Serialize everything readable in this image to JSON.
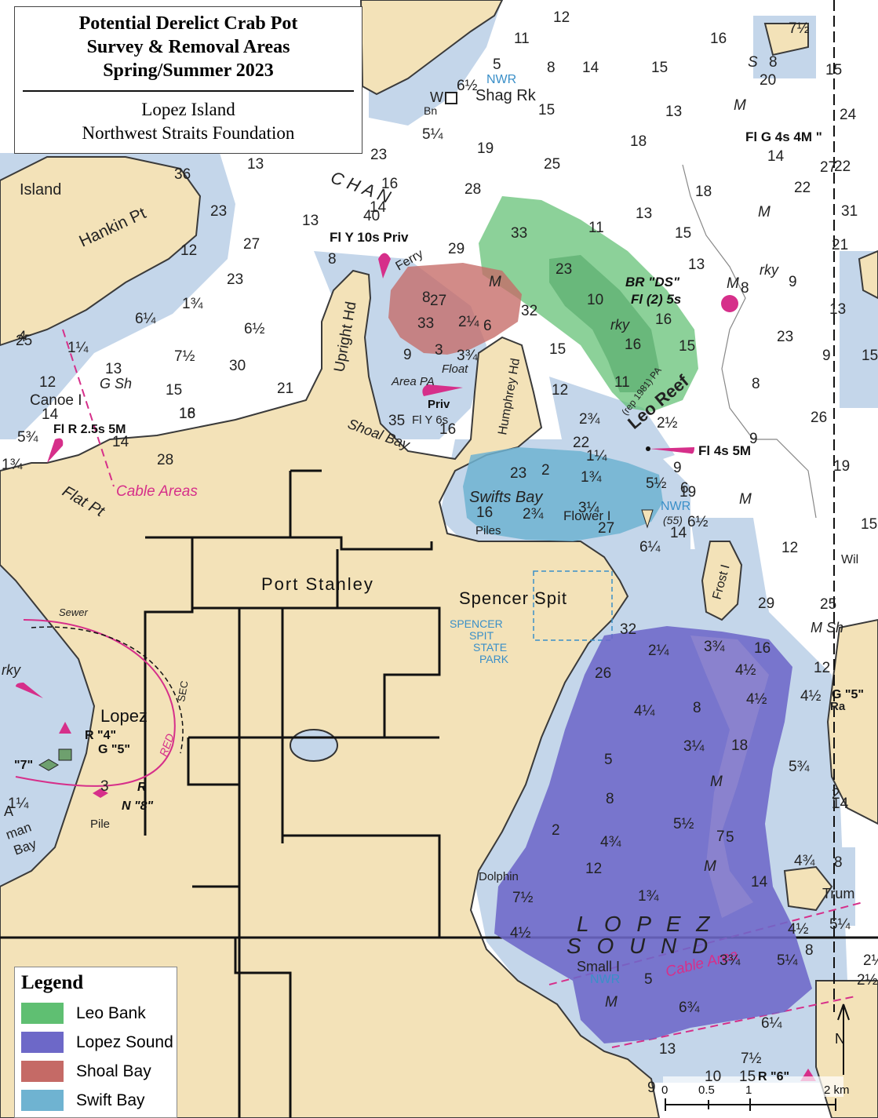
{
  "title": {
    "line1": "Potential Derelict Crab Pot",
    "line2": "Survey & Removal Areas",
    "line3": "Spring/Summer 2023",
    "sub1": "Lopez Island",
    "sub2": "Northwest Straits Foundation"
  },
  "legend": {
    "title": "Legend",
    "items": [
      {
        "label": "Leo Bank",
        "color": "#5fbf72"
      },
      {
        "label": "Lopez Sound",
        "color": "#6d68c8"
      },
      {
        "label": "Shoal Bay",
        "color": "#c56a66"
      },
      {
        "label": "Swift Bay",
        "color": "#6fb3d1"
      }
    ]
  },
  "colors": {
    "land": "#f3e2b8",
    "shallow": "#c4d6ea",
    "deep": "#ffffff",
    "road": "#111111",
    "magenta": "#d62f8a",
    "nwr": "#3a8fc8"
  },
  "places": {
    "port_stanley": "Port Stanley",
    "spencer_spit": "Spencer Spit",
    "park_1": "SPENCER",
    "park_2": "SPIT",
    "park_3": "STATE",
    "park_4": "PARK",
    "swifts_bay": "Swifts Bay",
    "shoal_bay": "Shoal Bay",
    "lopez_sound_1": "L O P E Z",
    "lopez_sound_2": "S O U N D",
    "upright_hd": "Upright Hd",
    "humphrey_hd": "Humphrey Hd",
    "hankin_pt": "Hankin Pt",
    "flat_pt": "Flat Pt",
    "canoe_i": "Canoe I",
    "island": "Island",
    "leo_reef": "Leo Reef",
    "frost_i": "Frost I",
    "lopez": "Lopez",
    "shag_rk": "Shag Rk",
    "flower_i": "Flower I",
    "small_i": "Small I",
    "dolphin": "Dolphin",
    "piles": "Piles",
    "pile": "Pile",
    "sewer": "Sewer",
    "chan": "C H A N",
    "trum": "Trum",
    "wil": "Wil",
    "ra": "Ra",
    "bay": "Bay",
    "man": "man"
  },
  "annotations": {
    "fl_y_10s": "Fl Y 10s Priv",
    "ferry": "Ferry",
    "float_area": "Float",
    "area_pa": "Area PA",
    "priv": "Priv",
    "fl_y_6s": "Fl Y 6s",
    "br_ds": "BR \"DS\"",
    "fl_2_5s": "Fl (2) 5s",
    "fl_4s_5m": "Fl 4s 5M",
    "fl_r_25s": "Fl R 2.5s 5M",
    "fl_g_4s": "Fl G 4s 4M \"",
    "cable_areas": "Cable Areas",
    "cable_area": "Cable Area",
    "rep_1981": "(rep 1981) PA",
    "nwr": "NWR",
    "nwr_55": "(55)",
    "r4": "R \"4\"",
    "g5": "G \"5\"",
    "r_n8": "R",
    "n8": "N \"8\"",
    "red": "RED",
    "sec": "SEC",
    "r6": "R \"6\"",
    "g5b": "G \"5\"",
    "q7": "\"7\"",
    "w_bn": "W",
    "bn": "Bn",
    "rky": "rky",
    "g_sh": "G Sh",
    "m_sh": "M Sh",
    "a": "A"
  },
  "scale": {
    "t0": "0",
    "t05": "0.5",
    "t1": "1",
    "t2": "2 km"
  },
  "soundings": [
    {
      "t": "12"
    },
    {
      "t": "11"
    },
    {
      "t": "16"
    },
    {
      "t": "7½"
    },
    {
      "t": "5"
    },
    {
      "t": "8"
    },
    {
      "t": "14"
    },
    {
      "t": "15"
    },
    {
      "t": "S"
    },
    {
      "t": "8"
    },
    {
      "t": "20"
    },
    {
      "t": "15"
    },
    {
      "t": "6½"
    },
    {
      "t": "15"
    },
    {
      "t": "13"
    },
    {
      "t": "M"
    },
    {
      "t": "24"
    },
    {
      "t": "5¼"
    },
    {
      "t": "19"
    },
    {
      "t": "18"
    },
    {
      "t": "14"
    },
    {
      "t": "22"
    },
    {
      "t": "23"
    },
    {
      "t": "25"
    },
    {
      "t": "13"
    },
    {
      "t": "36"
    },
    {
      "t": "16"
    },
    {
      "t": "28"
    },
    {
      "t": "18"
    },
    {
      "t": "22"
    },
    {
      "t": "27"
    },
    {
      "t": "23"
    },
    {
      "t": "13"
    },
    {
      "t": "M"
    },
    {
      "t": "31"
    },
    {
      "t": "14"
    },
    {
      "t": "13"
    },
    {
      "t": "40"
    },
    {
      "t": "33"
    },
    {
      "t": "11"
    },
    {
      "t": "15"
    },
    {
      "t": "21"
    },
    {
      "t": "12"
    },
    {
      "t": "27"
    },
    {
      "t": "8"
    },
    {
      "t": "29"
    },
    {
      "t": "13"
    },
    {
      "t": "23"
    },
    {
      "t": "9"
    },
    {
      "t": "23"
    },
    {
      "t": "27"
    },
    {
      "t": "8"
    },
    {
      "t": "M"
    },
    {
      "t": "10"
    },
    {
      "t": "8"
    },
    {
      "t": "1¾"
    },
    {
      "t": "32"
    },
    {
      "t": "13"
    },
    {
      "t": "6¼"
    },
    {
      "t": "6½"
    },
    {
      "t": "33"
    },
    {
      "t": "2¼"
    },
    {
      "t": "6"
    },
    {
      "t": "16"
    },
    {
      "t": "15"
    },
    {
      "t": "23"
    },
    {
      "t": "25"
    },
    {
      "t": "1¼"
    },
    {
      "t": "7½"
    },
    {
      "t": "9"
    },
    {
      "t": "3"
    },
    {
      "t": "3¾"
    },
    {
      "t": "15"
    },
    {
      "t": "16"
    },
    {
      "t": "9"
    },
    {
      "t": "15"
    },
    {
      "t": "12"
    },
    {
      "t": "13"
    },
    {
      "t": "30"
    },
    {
      "t": "15"
    },
    {
      "t": "21"
    },
    {
      "t": "12"
    },
    {
      "t": "11"
    },
    {
      "t": "8"
    },
    {
      "t": "26"
    },
    {
      "t": "16"
    },
    {
      "t": "14"
    },
    {
      "t": "18"
    },
    {
      "t": "35"
    },
    {
      "t": "16"
    },
    {
      "t": "2¾"
    },
    {
      "t": "2½"
    },
    {
      "t": "5¾"
    },
    {
      "t": "14"
    },
    {
      "t": "28"
    },
    {
      "t": "22"
    },
    {
      "t": "1¼"
    },
    {
      "t": "9"
    },
    {
      "t": "19"
    },
    {
      "t": "23"
    },
    {
      "t": "2"
    },
    {
      "t": "1¾"
    },
    {
      "t": "5½"
    },
    {
      "t": "9"
    },
    {
      "t": "19"
    },
    {
      "t": "16"
    },
    {
      "t": "2¾"
    },
    {
      "t": "3¼"
    },
    {
      "t": "6"
    },
    {
      "t": "M"
    },
    {
      "t": "27"
    },
    {
      "t": "6½"
    },
    {
      "t": "14"
    },
    {
      "t": "6¼"
    },
    {
      "t": "15"
    },
    {
      "t": "12"
    },
    {
      "t": "29"
    },
    {
      "t": "25"
    },
    {
      "t": "32"
    },
    {
      "t": "2¼"
    },
    {
      "t": "3¾"
    },
    {
      "t": "16"
    },
    {
      "t": "12"
    },
    {
      "t": "26"
    },
    {
      "t": "4½"
    },
    {
      "t": "4¼"
    },
    {
      "t": "8"
    },
    {
      "t": "4½"
    },
    {
      "t": "4½"
    },
    {
      "t": "3¼"
    },
    {
      "t": "18"
    },
    {
      "t": "5"
    },
    {
      "t": "M"
    },
    {
      "t": "5¾"
    },
    {
      "t": "8"
    },
    {
      "t": "14"
    },
    {
      "t": "5½"
    },
    {
      "t": "2"
    },
    {
      "t": "7"
    },
    {
      "t": "4¾"
    },
    {
      "t": "12"
    },
    {
      "t": "M"
    },
    {
      "t": "4¾"
    },
    {
      "t": "8"
    },
    {
      "t": "14"
    },
    {
      "t": "7½"
    },
    {
      "t": "1¾"
    },
    {
      "t": "4½"
    },
    {
      "t": "4½"
    },
    {
      "t": "5¼"
    },
    {
      "t": "3¾"
    },
    {
      "t": "5¼"
    },
    {
      "t": "8"
    },
    {
      "t": "5"
    },
    {
      "t": "M"
    },
    {
      "t": "6¾"
    },
    {
      "t": "6¼"
    },
    {
      "t": "13"
    },
    {
      "t": "7½"
    },
    {
      "t": "15"
    },
    {
      "t": "10"
    },
    {
      "t": "9"
    },
    {
      "t": "M"
    },
    {
      "t": "4"
    },
    {
      "t": "1¾"
    },
    {
      "t": "2½"
    },
    {
      "t": "3"
    },
    {
      "t": "2"
    },
    {
      "t": "1¼"
    },
    {
      "t": "2½"
    },
    {
      "t": "5"
    },
    {
      "t": "12"
    },
    {
      "t": "5"
    },
    {
      "t": "7"
    }
  ]
}
